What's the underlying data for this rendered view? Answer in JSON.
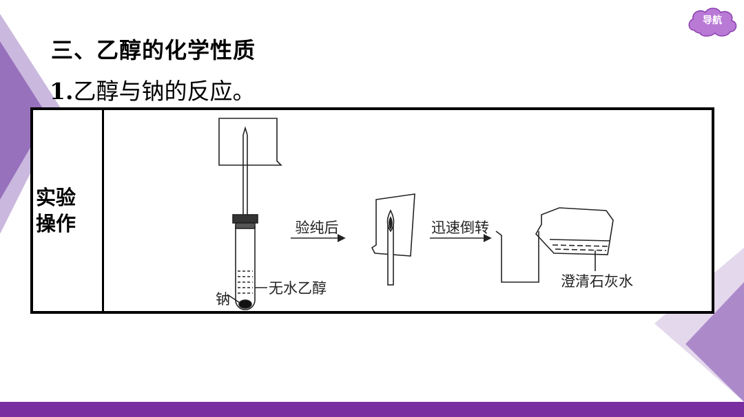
{
  "nav": {
    "label": "导航"
  },
  "heading": "三、乙醇的化学性质",
  "subheading": {
    "num": "1.",
    "text": "乙醇与钠的反应。"
  },
  "table": {
    "row_label_line1": "实验",
    "row_label_line2": "操作"
  },
  "diagram": {
    "sodium": "钠",
    "ethanol": "无水乙醇",
    "step1": "验纯后",
    "step2": "迅速倒转",
    "limewater": "澄清石灰水"
  },
  "colors": {
    "accent": "#7a2fa0",
    "accent_light": "#c9a6db"
  }
}
